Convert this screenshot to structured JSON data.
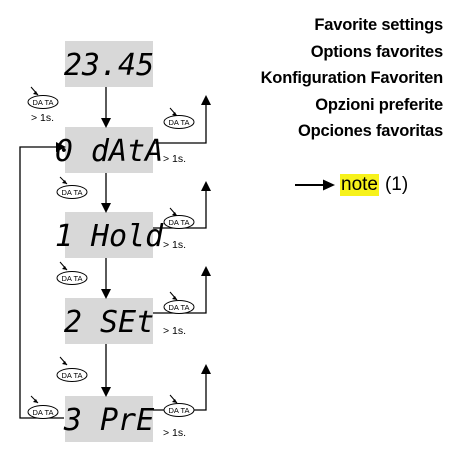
{
  "titles": [
    "Favorite settings",
    "Options favorites",
    "Konfiguration Favoriten",
    "Opzioni preferite",
    "Opciones favoritas"
  ],
  "note": {
    "word": "note",
    "ref": "(1)"
  },
  "button_label": "DA TA",
  "duration_label": "> 1s.",
  "displays": [
    "23.45",
    "0 dAtA",
    "1 Hold",
    "2 SEt",
    "3 PrE"
  ]
}
